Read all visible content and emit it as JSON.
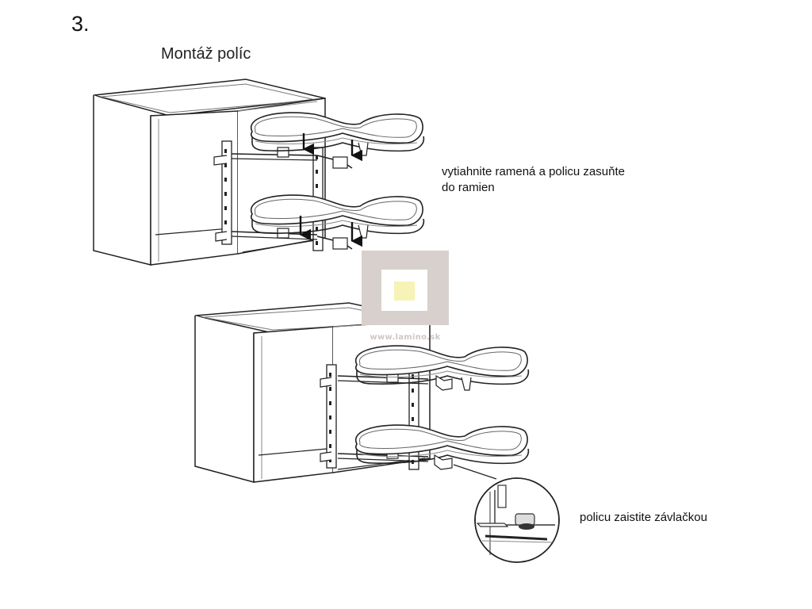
{
  "step": {
    "number": "3."
  },
  "title": "Montáž políc",
  "instructions": {
    "pull_out": [
      "vytiahnite ramená a policu zasuňte",
      "do ramien"
    ],
    "secure": "policu zaistite závlačkou"
  },
  "watermark": {
    "text": "www.lamino.sk",
    "colors": {
      "frame": "#d8d0cc",
      "center": "#f7f2b6",
      "text": "#cfc7c4"
    }
  },
  "drawing": {
    "colors": {
      "line": "#222222",
      "detail": "#555555",
      "shelf_fill": "#ffffff",
      "shadow": "#8a8a8a"
    }
  }
}
